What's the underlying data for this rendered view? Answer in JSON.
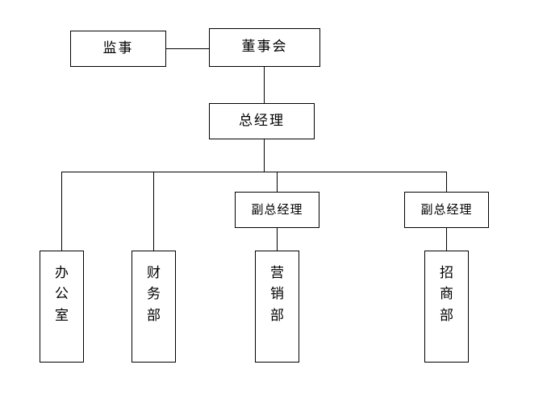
{
  "chart": {
    "type": "org-chart",
    "title": "",
    "background_color": "#ffffff",
    "line_color": "#000000",
    "text_color": "#000000",
    "nodes": [
      {
        "id": "supervisor",
        "label": "监事",
        "level": 0,
        "orientation": "horizontal"
      },
      {
        "id": "board",
        "label": "董事会",
        "level": 0,
        "orientation": "horizontal"
      },
      {
        "id": "general-manager",
        "label": "总经理",
        "level": 1,
        "orientation": "horizontal"
      },
      {
        "id": "deputy-manager-1",
        "label": "副总经理",
        "level": 2,
        "orientation": "horizontal"
      },
      {
        "id": "deputy-manager-2",
        "label": "副总经理",
        "level": 2,
        "orientation": "horizontal"
      },
      {
        "id": "office",
        "label": "办公室",
        "level": 3,
        "orientation": "vertical"
      },
      {
        "id": "finance",
        "label": "财务部",
        "level": 3,
        "orientation": "vertical"
      },
      {
        "id": "marketing",
        "label": "营销部",
        "level": 3,
        "orientation": "vertical"
      },
      {
        "id": "investment",
        "label": "招商部",
        "level": 3,
        "orientation": "vertical"
      }
    ],
    "edges": [
      {
        "from": "supervisor",
        "to": "board",
        "style": "horizontal-link"
      },
      {
        "from": "board",
        "to": "general-manager",
        "style": "vertical-link"
      },
      {
        "from": "general-manager",
        "to": "office",
        "style": "bus-drop"
      },
      {
        "from": "general-manager",
        "to": "finance",
        "style": "bus-drop"
      },
      {
        "from": "general-manager",
        "to": "deputy-manager-1",
        "style": "bus-drop"
      },
      {
        "from": "general-manager",
        "to": "deputy-manager-2",
        "style": "bus-drop"
      },
      {
        "from": "deputy-manager-1",
        "to": "marketing",
        "style": "vertical-link"
      },
      {
        "from": "deputy-manager-2",
        "to": "investment",
        "style": "vertical-link"
      }
    ]
  }
}
